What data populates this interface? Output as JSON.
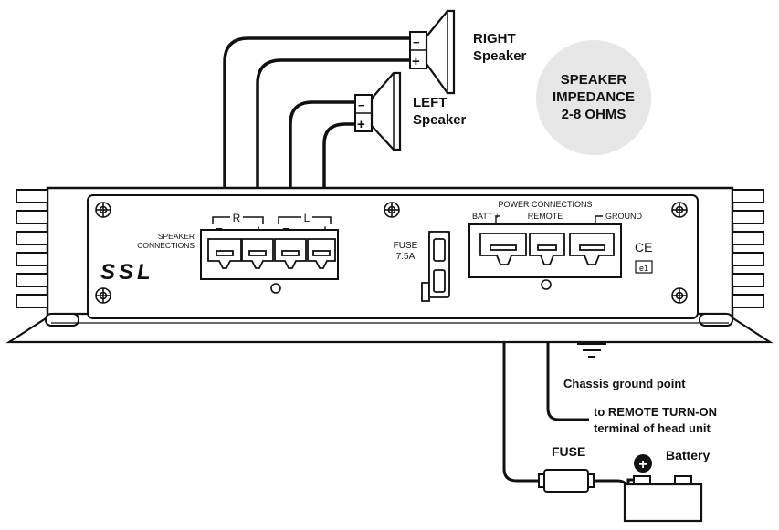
{
  "speakers": {
    "right": {
      "title": "RIGHT",
      "subtitle": "Speaker",
      "minus": "−",
      "plus": "+"
    },
    "left": {
      "title": "LEFT",
      "subtitle": "Speaker",
      "minus": "−",
      "plus": "+"
    }
  },
  "impedance_badge": {
    "line1": "SPEAKER",
    "line2": "IMPEDANCE",
    "line3": "2-8 OHMS",
    "color": "#e6e6e6"
  },
  "amplifier": {
    "brand": "SSL",
    "speaker_connections": {
      "line1": "SPEAKER",
      "line2": "CONNECTIONS",
      "right_channel": "R",
      "left_channel": "L",
      "sign_minus": "−",
      "sign_plus": "+"
    },
    "fuse": {
      "label": "FUSE",
      "rating": "7.5A"
    },
    "power_connections": {
      "title": "POWER CONNECTIONS",
      "batt": "BATT +",
      "remote": "REMOTE",
      "ground": "GROUND"
    },
    "marks": {
      "ce": "CE",
      "e_mark": "e1"
    }
  },
  "external": {
    "chassis_ground": "Chassis ground point",
    "remote_line1": "to REMOTE TURN-ON",
    "remote_line2": "terminal of head unit",
    "fuse": "FUSE",
    "battery": "Battery",
    "battery_plus": "+"
  },
  "colors": {
    "line": "#111111",
    "panel": "#ffffff",
    "badge": "#e6e6e6"
  }
}
